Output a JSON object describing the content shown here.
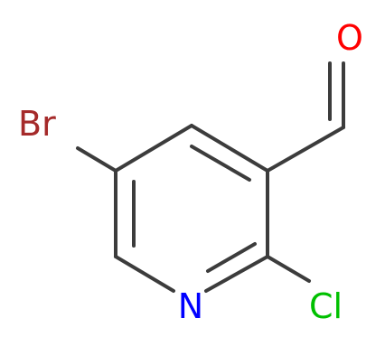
{
  "atoms": {
    "br": {
      "label": "Br",
      "color": "#a52a2a"
    },
    "n": {
      "label": "N",
      "color": "#0000ff"
    },
    "cl": {
      "label": "Cl",
      "color": "#00c000"
    },
    "o": {
      "label": "O",
      "color": "#ff0000"
    }
  },
  "colors": {
    "bond": "#3c3c3c",
    "background": "#ffffff"
  }
}
